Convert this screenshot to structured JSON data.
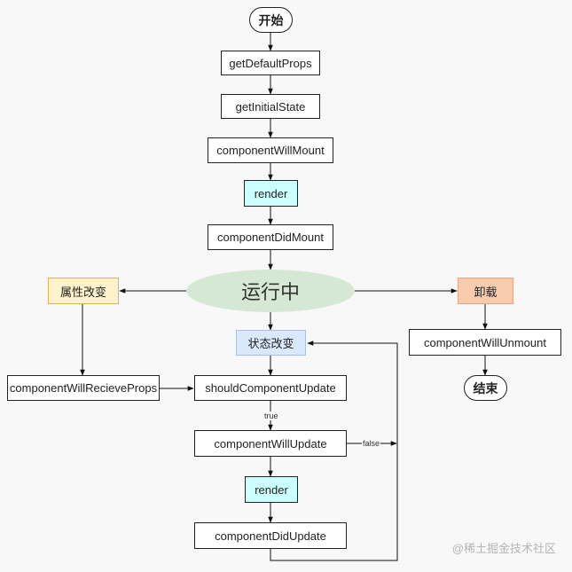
{
  "nodes": {
    "start": "开始",
    "get_default_props": "getDefaultProps",
    "get_initial_state": "getInitialState",
    "component_will_mount": "componentWillMount",
    "render_1": "render",
    "component_did_mount": "componentDidMount",
    "running": "运行中",
    "props_change": "属性改变",
    "unmount": "卸载",
    "state_change": "状态改变",
    "component_will_receive_props": "componentWillRecieveProps",
    "should_component_update": "shouldComponentUpdate",
    "component_will_update": "componentWillUpdate",
    "render_2": "render",
    "component_did_update": "componentDidUpdate",
    "component_will_unmount": "componentWillUnmount",
    "end": "结束"
  },
  "edge_labels": {
    "true": "true",
    "false": "false"
  },
  "watermark": "@稀土掘金技术社区"
}
